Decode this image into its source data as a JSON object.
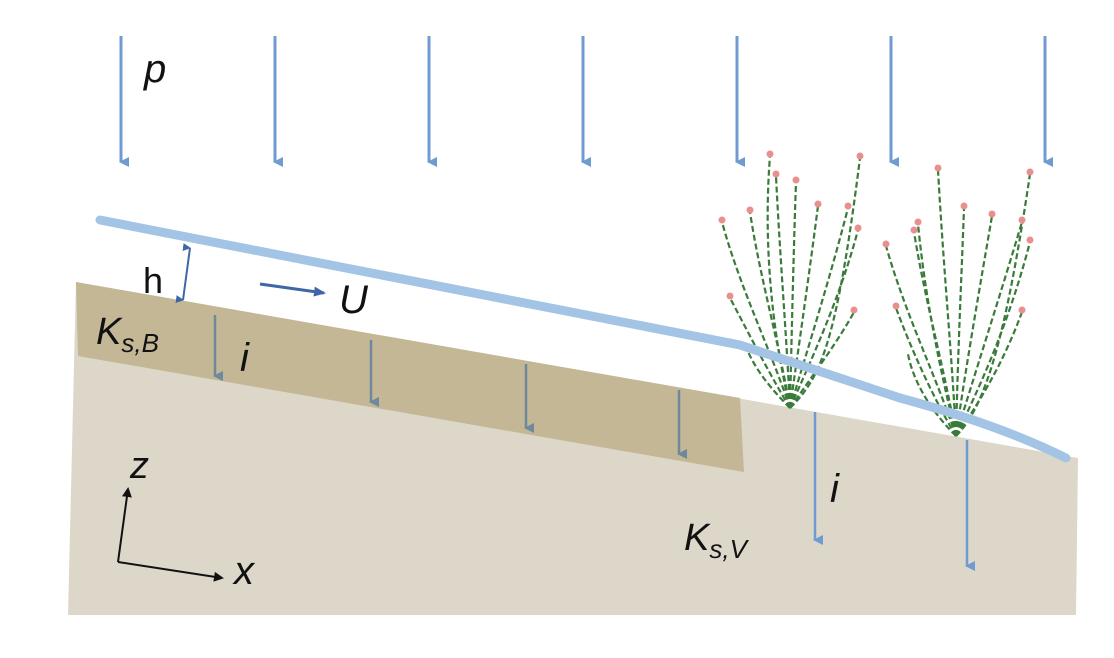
{
  "labels": {
    "precipitation": "p",
    "depth": "h",
    "velocity": "U",
    "bare_conductivity": "K",
    "bare_conductivity_sub": "s,B",
    "infiltration_bare": "i",
    "infiltration_veg": "i",
    "veg_conductivity": "K",
    "veg_conductivity_sub": "s,V",
    "axis_z": "z",
    "axis_x": "x"
  },
  "colors": {
    "soil": "#ddd7c9",
    "bare_layer": "#c3b795",
    "water": "#a4c4e6",
    "rain_arrow": "#6f9bd0",
    "infil_arrow": "#6f889e",
    "velocity_arrow": "#3f67a8",
    "plant_stem": "#3a7a3a",
    "plant_flower": "#e8908e"
  },
  "icons": {
    "plant": "shrub-icon"
  }
}
